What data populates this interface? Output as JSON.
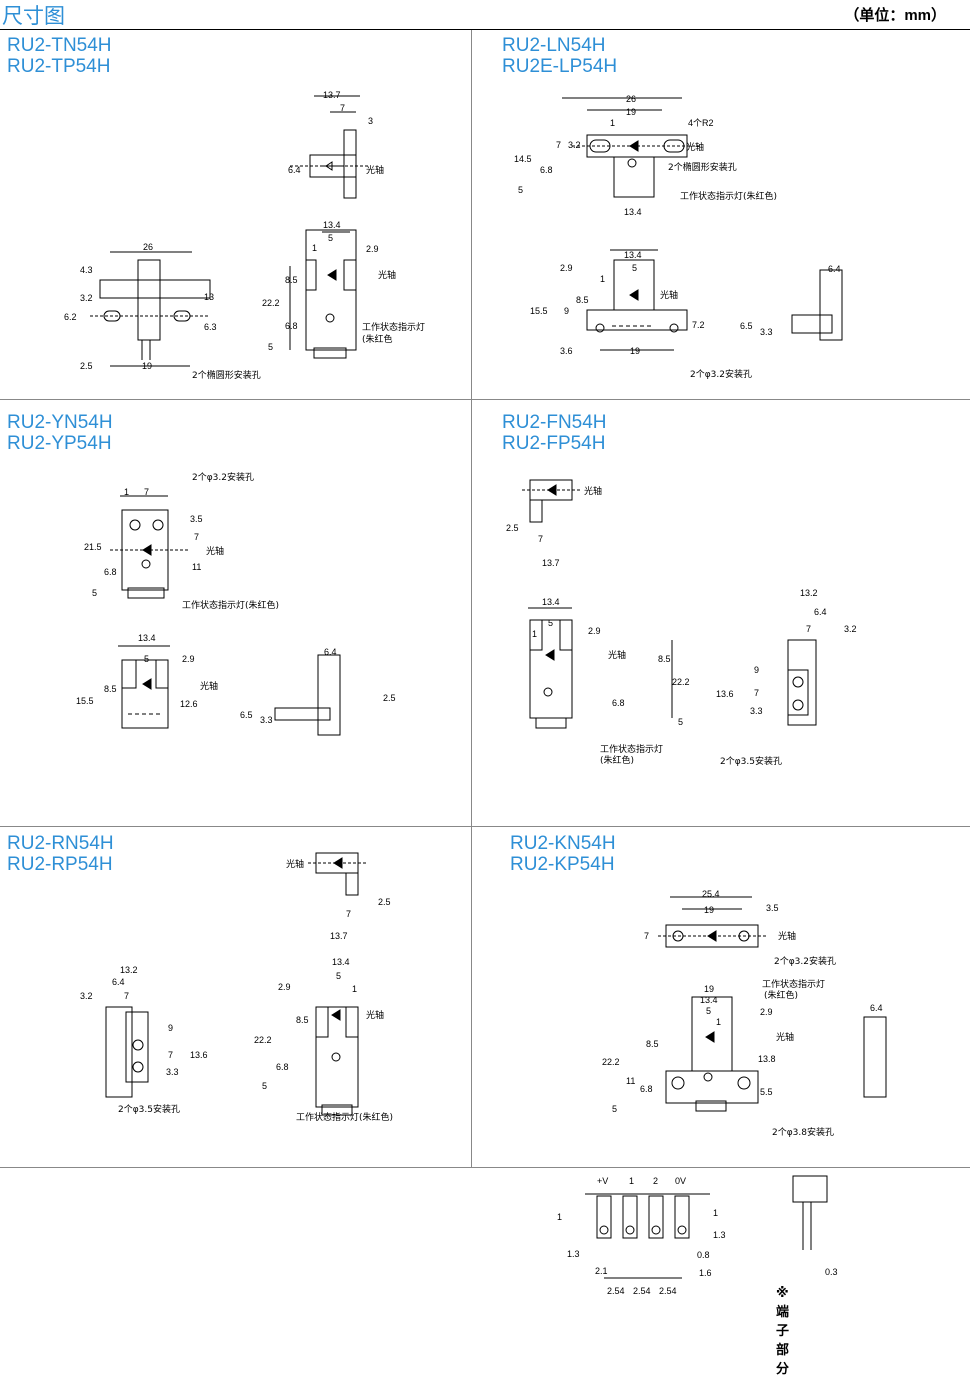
{
  "header": {
    "title": "尺寸图",
    "unit": "（单位：mm）"
  },
  "panels": [
    {
      "models": [
        "RU2-TN54H",
        "RU2-TP54H"
      ],
      "dims": [
        "13.7",
        "7",
        "3",
        "6.4",
        "26",
        "4.3",
        "13",
        "3.2",
        "6.2",
        "6.3",
        "2.5",
        "19",
        "13.4",
        "5",
        "1",
        "2.9",
        "8.5",
        "22.2",
        "6.8",
        "5"
      ],
      "labels": {
        "axis": "光轴",
        "holes": "2个椭圆形安装孔",
        "led": "工作状态指示灯",
        "led_color": "(朱红色"
      }
    },
    {
      "models": [
        "RU2-LN54H",
        "RU2E-LP54H"
      ],
      "dims": [
        "26",
        "19",
        "1",
        "4个R2",
        "7",
        "3.2",
        "14.5",
        "6.8",
        "5",
        "13.4",
        "13.4",
        "2.9",
        "5",
        "1",
        "15.5",
        "9",
        "8.5",
        "7.2",
        "3.6",
        "19",
        "6.4",
        "6.5",
        "3.3"
      ],
      "labels": {
        "axis": "光轴",
        "holes": "2个椭圆形安装孔",
        "led": "工作状态指示灯(朱红色)",
        "holes2": "2个φ3.2安装孔",
        "axis2": "光轴"
      }
    },
    {
      "models": [
        "RU2-YN54H",
        "RU2-YP54H"
      ],
      "dims": [
        "1",
        "7",
        "3.5",
        "21.5",
        "7",
        "6.8",
        "11",
        "5",
        "13.4",
        "5",
        "2.9",
        "8.5",
        "15.5",
        "12.6",
        "6.4",
        "2.5",
        "6.5",
        "3.3"
      ],
      "labels": {
        "holes": "2个φ3.2安装孔",
        "axis": "光轴",
        "led": "工作状态指示灯(朱红色)",
        "axis2": "光轴"
      }
    },
    {
      "models": [
        "RU2-FN54H",
        "RU2-FP54H"
      ],
      "dims": [
        "2.5",
        "7",
        "13.7",
        "13.4",
        "5",
        "1",
        "2.9",
        "8.5",
        "22.2",
        "6.8",
        "5",
        "13.2",
        "6.4",
        "7",
        "3.2",
        "9",
        "13.6",
        "7",
        "3.3"
      ],
      "labels": {
        "axis": "光轴",
        "axis2": "光轴",
        "led": "工作状态指示灯",
        "led_color": "(朱红色)",
        "holes": "2个φ3.5安装孔"
      }
    },
    {
      "models": [
        "RU2-RN54H",
        "RU2-RP54H"
      ],
      "dims": [
        "2.5",
        "7",
        "13.7",
        "13.2",
        "6.4",
        "3.2",
        "7",
        "9",
        "7",
        "13.6",
        "3.3",
        "13.4",
        "5",
        "1",
        "2.9",
        "8.5",
        "22.2",
        "6.8",
        "5"
      ],
      "labels": {
        "axis": "光轴",
        "holes": "2个φ3.5安装孔",
        "axis2": "光轴",
        "led": "工作状态指示灯(朱红色)"
      }
    },
    {
      "models": [
        "RU2-KN54H",
        "RU2-KP54H"
      ],
      "dims": [
        "25.4",
        "19",
        "3.5",
        "7",
        "19",
        "13.4",
        "5",
        "1",
        "2.9",
        "8.5",
        "22.2",
        "11",
        "6.8",
        "5",
        "13.8",
        "5.5",
        "6.4"
      ],
      "labels": {
        "axis": "光轴",
        "holes": "2个φ3.2安装孔",
        "led": "工作状态指示灯",
        "led_color": "(朱红色)",
        "axis2": "光轴",
        "holes2": "2个φ3.8安装孔"
      }
    }
  ],
  "terminal": {
    "pins": [
      "+V",
      "1",
      "2",
      "0V"
    ],
    "dims": [
      "1",
      "1",
      "1.3",
      "0.8",
      "2.1",
      "1.6",
      "2.54",
      "2.54",
      "2.54",
      "0.3"
    ],
    "note": "※ 端子部分"
  }
}
